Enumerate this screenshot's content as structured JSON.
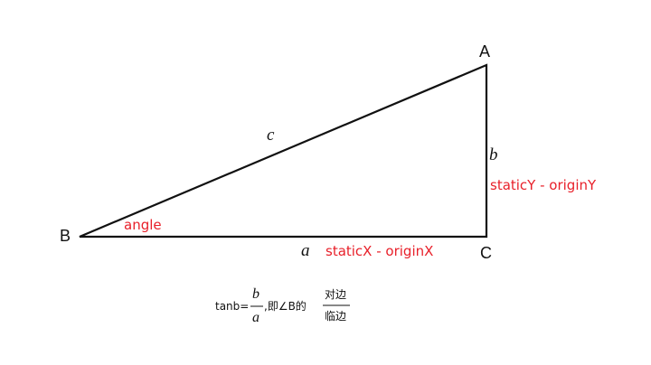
{
  "vertices": {
    "A": "A",
    "B": "B",
    "C": "C"
  },
  "sides": {
    "hypotenuse": "c",
    "vertical": "b",
    "horizontal": "a"
  },
  "annotations": {
    "angle": "angle",
    "vertical_expr": "staticY - originY",
    "horizontal_expr": "staticX - originX"
  },
  "formula": {
    "lhs": "tanb=",
    "numerator": "b",
    "denominator": "a",
    "middle": ",即∠B的",
    "ratio_numerator": "对边",
    "ratio_denominator": "临边"
  },
  "colors": {
    "line": "#111111",
    "annotation": "#e8202a"
  }
}
